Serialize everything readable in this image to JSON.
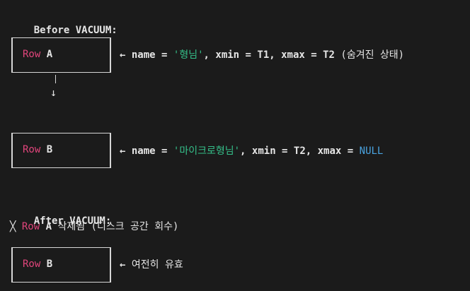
{
  "before": {
    "heading": "Before VACUUM:",
    "row_a": {
      "row_word": "Row",
      "row_id": "A",
      "arrow": "←",
      "field_name": "name",
      "eq": "=",
      "name_value": "'형님'",
      "xmin_text": ", xmin = T1, xmax = T2",
      "note": "(숨겨진 상태)"
    },
    "down_arrow": "↓",
    "row_b": {
      "row_word": "Row",
      "row_id": "B",
      "arrow": "←",
      "field_name": "name",
      "eq": "=",
      "name_value": "'마이크로형님'",
      "xmin_text": ", xmin = T2, xmax =",
      "null_value": "NULL"
    }
  },
  "after": {
    "heading": "After VACUUM:",
    "deleted_mark": "╳",
    "deleted_row_word": "Row",
    "deleted_row_id": "A",
    "deleted_note": "삭제됨 (디스크 공간 회수)",
    "row_b": {
      "row_word": "Row",
      "row_id": "B",
      "arrow": "←",
      "note": "여전히 유효"
    }
  },
  "colors": {
    "background": "#1b1b1b",
    "row_keyword": "#e0457b",
    "string": "#35c08a",
    "null": "#4aa3e0",
    "text": "#e6e6e6"
  }
}
